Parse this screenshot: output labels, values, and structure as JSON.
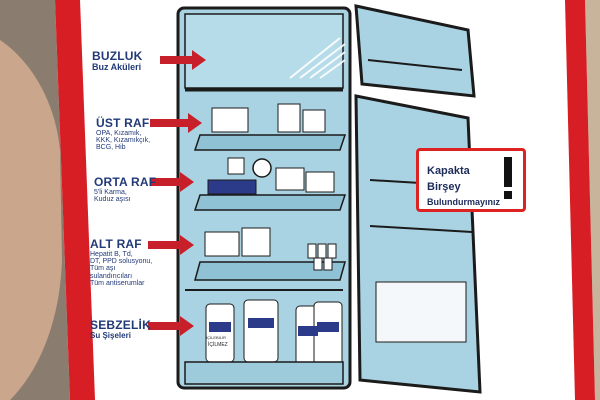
{
  "sections": [
    {
      "title": "BUZLUK",
      "sub": [
        "Buz Aküleri"
      ]
    },
    {
      "title": "ÜST RAF",
      "sub": [
        "OPA, Kızamık,",
        "KKK, Kızamıkçık,",
        "BCG, Hib"
      ]
    },
    {
      "title": "ORTA RAF",
      "sub": [
        "5'li Karma,",
        "Kuduz aşısı"
      ]
    },
    {
      "title": "ALT RAF",
      "sub": [
        "Hepatit B, Td,",
        "DT, PPD solusyonu,",
        "Tüm aşı",
        "sulandırıcıları",
        "Tüm antiserumlar"
      ]
    },
    {
      "title": "SEBZELİK",
      "sub": [
        "Su Şişeleri"
      ]
    }
  ],
  "warning": {
    "line1": "Kapakta",
    "line2": "Birşey",
    "line3": "Bulundurmayınız"
  },
  "bottle_text": [
    "İÇİLEBİLİR",
    "İÇİLMEZ"
  ],
  "colors": {
    "fridge_blue": "#a9d3e2",
    "outline": "#1b1b1b",
    "arrow_red": "#c8202b",
    "text_blue": "#223a78",
    "border_red": "#d81e25",
    "paper": "#ffffff"
  }
}
